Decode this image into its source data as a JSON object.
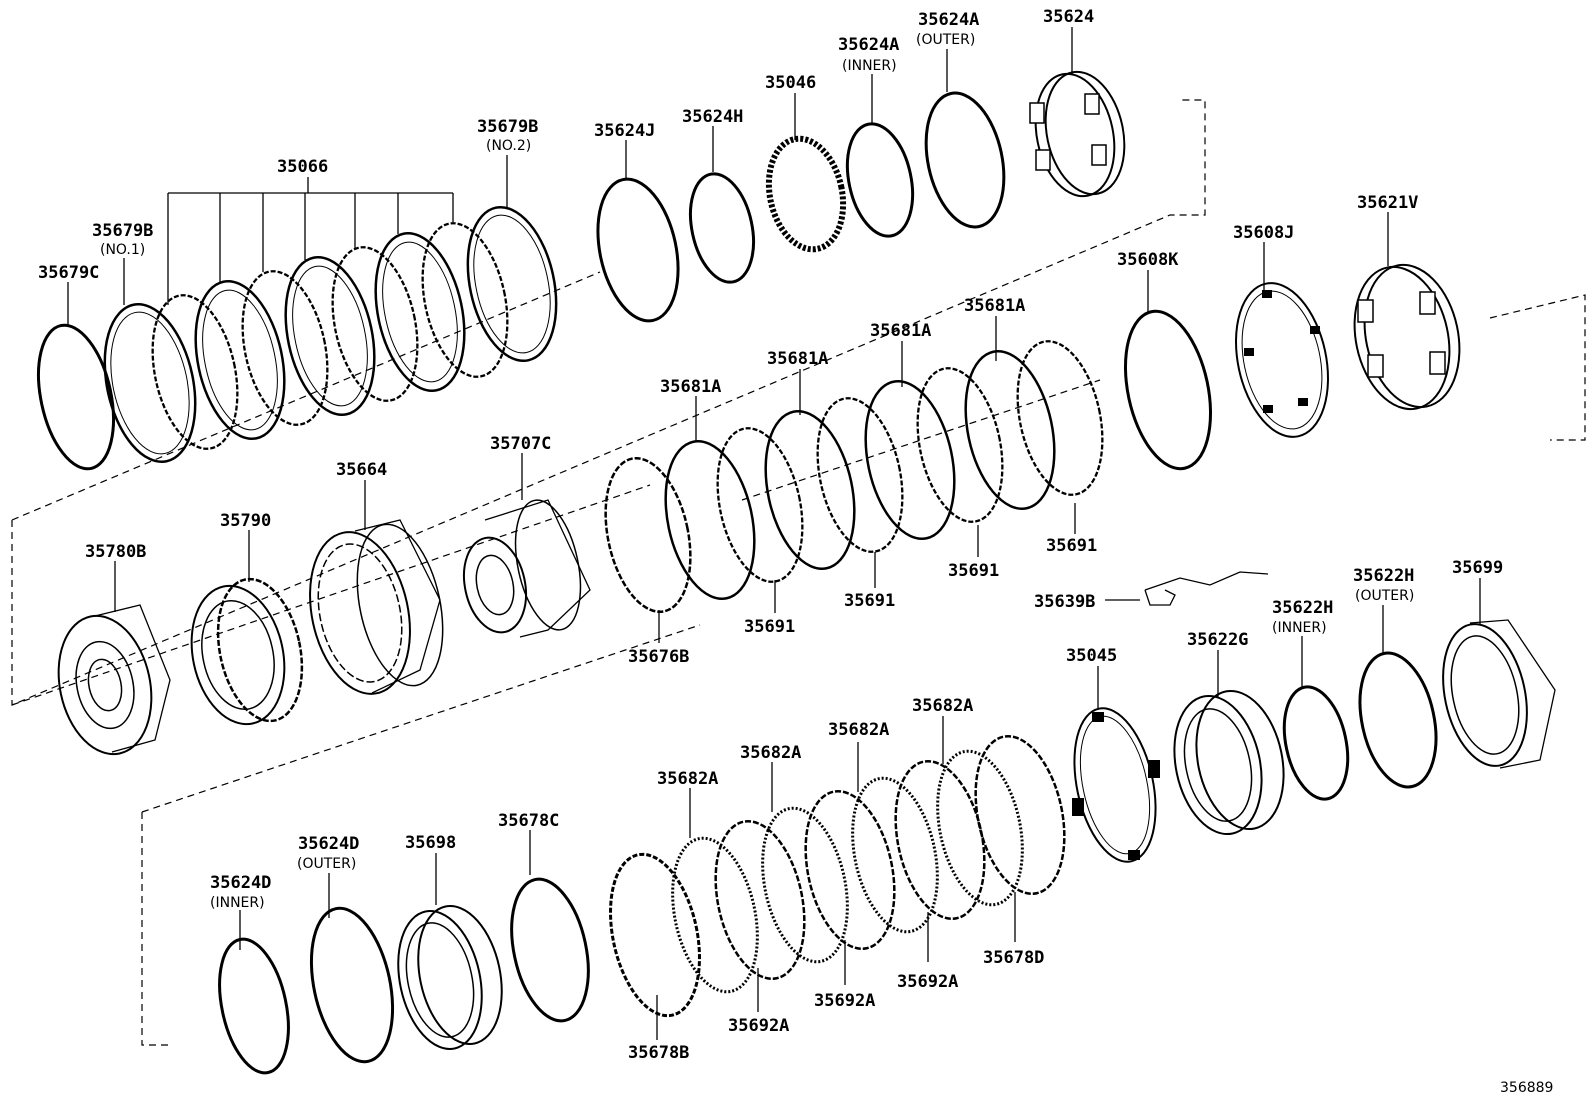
{
  "diagram": {
    "reference_number": "356889",
    "groups": {
      "group_35066": "35066"
    },
    "labels": [
      {
        "id": "p1",
        "text": "35679C",
        "sub": ""
      },
      {
        "id": "p2",
        "text": "35679B",
        "sub": "(NO.1)"
      },
      {
        "id": "p3",
        "text": "35679B",
        "sub": "(NO.2)"
      },
      {
        "id": "p4",
        "text": "35624J",
        "sub": ""
      },
      {
        "id": "p5",
        "text": "35624H",
        "sub": ""
      },
      {
        "id": "p6",
        "text": "35046",
        "sub": ""
      },
      {
        "id": "p7",
        "text": "35624A",
        "sub": "(INNER)"
      },
      {
        "id": "p8",
        "text": "35624A",
        "sub": "(OUTER)"
      },
      {
        "id": "p9",
        "text": "35624",
        "sub": ""
      },
      {
        "id": "p10",
        "text": "35608K",
        "sub": ""
      },
      {
        "id": "p11",
        "text": "35608J",
        "sub": ""
      },
      {
        "id": "p12",
        "text": "35621V",
        "sub": ""
      },
      {
        "id": "p13",
        "text": "35681A",
        "sub": ""
      },
      {
        "id": "p14",
        "text": "35681A",
        "sub": ""
      },
      {
        "id": "p15",
        "text": "35681A",
        "sub": ""
      },
      {
        "id": "p16",
        "text": "35681A",
        "sub": ""
      },
      {
        "id": "p17",
        "text": "35691",
        "sub": ""
      },
      {
        "id": "p18",
        "text": "35691",
        "sub": ""
      },
      {
        "id": "p19",
        "text": "35691",
        "sub": ""
      },
      {
        "id": "p20",
        "text": "35691",
        "sub": ""
      },
      {
        "id": "p21",
        "text": "35676B",
        "sub": ""
      },
      {
        "id": "p22",
        "text": "35707C",
        "sub": ""
      },
      {
        "id": "p23",
        "text": "35664",
        "sub": ""
      },
      {
        "id": "p24",
        "text": "35790",
        "sub": ""
      },
      {
        "id": "p25",
        "text": "35780B",
        "sub": ""
      },
      {
        "id": "p26",
        "text": "35639B",
        "sub": ""
      },
      {
        "id": "p27",
        "text": "35045",
        "sub": ""
      },
      {
        "id": "p28",
        "text": "35622G",
        "sub": ""
      },
      {
        "id": "p29",
        "text": "35622H",
        "sub": "(INNER)"
      },
      {
        "id": "p30",
        "text": "35622H",
        "sub": "(OUTER)"
      },
      {
        "id": "p31",
        "text": "35699",
        "sub": ""
      },
      {
        "id": "p32",
        "text": "35682A",
        "sub": ""
      },
      {
        "id": "p33",
        "text": "35682A",
        "sub": ""
      },
      {
        "id": "p34",
        "text": "35682A",
        "sub": ""
      },
      {
        "id": "p35",
        "text": "35682A",
        "sub": ""
      },
      {
        "id": "p36",
        "text": "35692A",
        "sub": ""
      },
      {
        "id": "p37",
        "text": "35692A",
        "sub": ""
      },
      {
        "id": "p38",
        "text": "35692A",
        "sub": ""
      },
      {
        "id": "p39",
        "text": "35678D",
        "sub": ""
      },
      {
        "id": "p40",
        "text": "35678B",
        "sub": ""
      },
      {
        "id": "p41",
        "text": "35678C",
        "sub": ""
      },
      {
        "id": "p42",
        "text": "35698",
        "sub": ""
      },
      {
        "id": "p43",
        "text": "35624D",
        "sub": "(OUTER)"
      },
      {
        "id": "p44",
        "text": "35624D",
        "sub": "(INNER)"
      }
    ]
  }
}
